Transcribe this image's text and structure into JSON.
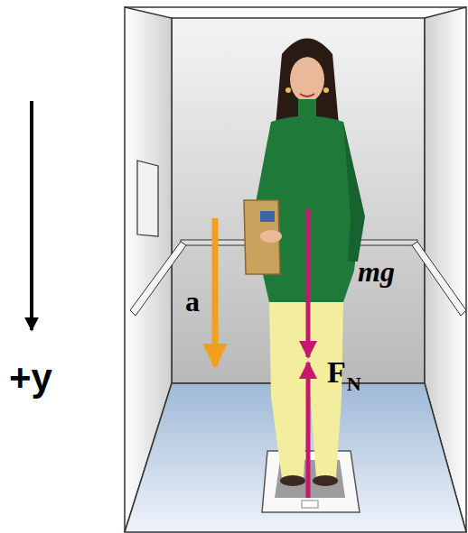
{
  "diagram": {
    "labels": [
      "+y",
      "a",
      "mg",
      "F",
      "N"
    ]
  }
}
